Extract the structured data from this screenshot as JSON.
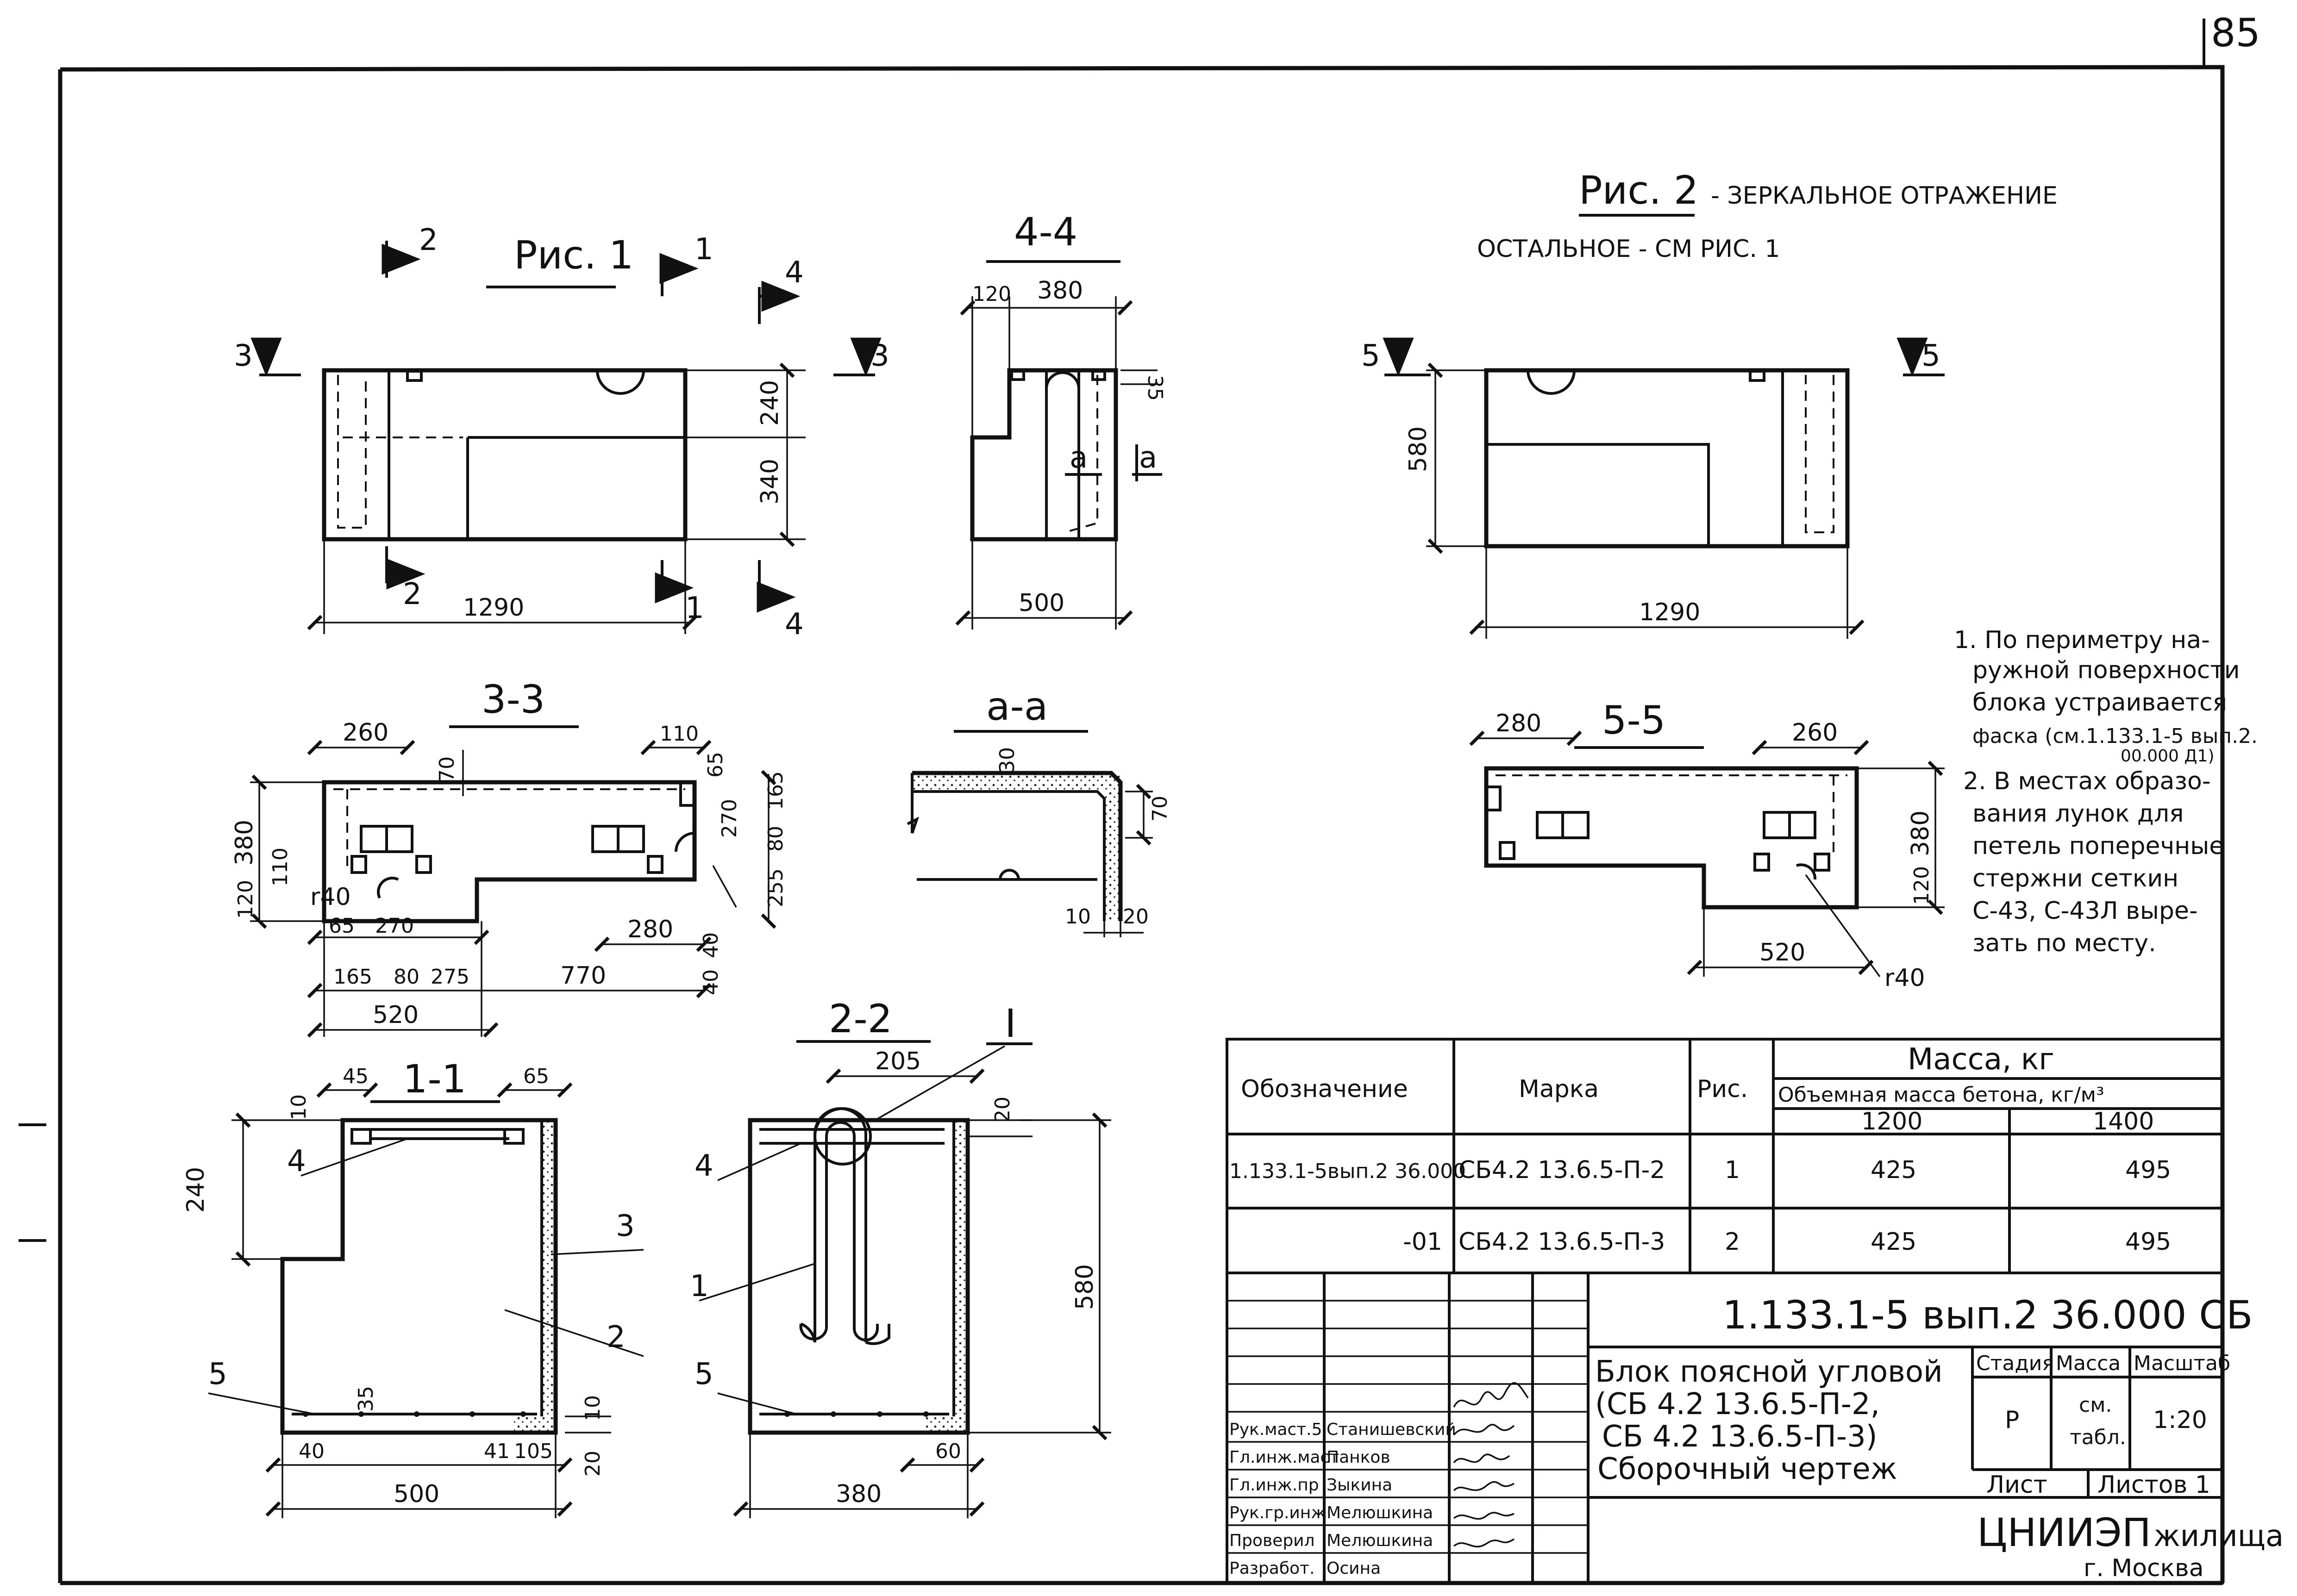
{
  "page_number": "85",
  "fig1": {
    "title": "Рис. 1",
    "cut_2": "2",
    "cut_1": "1",
    "cut_4": "4",
    "cut_3": "3",
    "dim_240": "240",
    "dim_340": "340",
    "dim_1290": "1290"
  },
  "sec44": {
    "title": "4-4",
    "dim_120": "120",
    "dim_380": "380",
    "dim_35": "35",
    "dim_500": "500",
    "cut_a": "a"
  },
  "fig2": {
    "title": "Рис. 2",
    "title_rest": "- ЗЕРКАЛЬНОЕ ОТРАЖЕНИЕ",
    "subtitle": "ОСТАЛЬНОЕ - СМ РИС. 1",
    "cut_5": "5",
    "dim_580": "580",
    "dim_1290": "1290"
  },
  "notes": [
    "1. По периметру на-",
    "ружной поверхности",
    "блока устраивается",
    "фаска (см.1.133.1-5 вып.2.",
    "00.000 Д1)",
    "2. В местах образо-",
    "вания лунок для",
    "петель поперечные",
    "стержни сеткин",
    "С-43, С-43Л выре-",
    "зать по месту."
  ],
  "sec33": {
    "title": "3-3",
    "d260": "260",
    "d110": "110",
    "d65": "65",
    "d70": "70",
    "d380": "380",
    "d165a": "165",
    "d270a": "270",
    "d80a": "80",
    "d255": "255",
    "d110b": "110",
    "d120": "120",
    "r40": "r40",
    "d65b": "65",
    "d270b": "270",
    "d280": "280",
    "d40": "40",
    "d165b": "165",
    "d80b": "80",
    "d275": "275",
    "d770": "770",
    "d520": "520"
  },
  "secAA": {
    "title": "а-а",
    "d30": "30",
    "d70": "70",
    "d10": "10",
    "d20": "20"
  },
  "sec55": {
    "title": "5-5",
    "d280": "280",
    "d260": "260",
    "d380": "380",
    "d120": "120",
    "d520": "520",
    "r40": "r40"
  },
  "sec11": {
    "title": "1-1",
    "d45": "45",
    "d65": "65",
    "d10": "10",
    "d240": "240",
    "d35": "35",
    "d10b": "10",
    "d20": "20",
    "d40": "40",
    "d41": "41",
    "d105": "105",
    "d500": "500",
    "pos4": "4",
    "pos3": "3",
    "pos2": "2",
    "pos5": "5"
  },
  "sec22": {
    "title": "2-2",
    "node": "I",
    "d205": "205",
    "d20": "20",
    "d580": "580",
    "d60": "60",
    "d380": "380",
    "pos4": "4",
    "pos1": "1",
    "pos5": "5"
  },
  "table": {
    "headers": {
      "designation": "Обозначение",
      "mark": "Марка",
      "fig": "Рис.",
      "mass": "Масса, кг",
      "density": "Объемная масса бетона, кг/м³",
      "d1200": "1200",
      "d1400": "1400"
    },
    "rows": [
      {
        "designation": "1.133.1-5вып.2 36.000",
        "mark": "СБ4.2 13.6.5-П-2",
        "fig": "1",
        "m1200": "425",
        "m1400": "495"
      },
      {
        "designation": "-01",
        "mark": "СБ4.2 13.6.5-П-3",
        "fig": "2",
        "m1200": "425",
        "m1400": "495"
      }
    ]
  },
  "title_block": {
    "code": "1.133.1-5 вып.2 36.000 СБ",
    "name_lines": [
      "Блок поясной угловой",
      "(СБ 4.2 13.6.5-П-2,",
      "СБ 4.2 13.6.5-П-3)",
      "Сборочный чертеж"
    ],
    "stage_label": "Стадия",
    "mass_label": "Масса",
    "scale_label": "Масштаб",
    "stage": "Р",
    "mass_line1": "см.",
    "mass_line2": "табл.",
    "scale": "1:20",
    "sheet_label": "Лист",
    "sheets_label": "Листов 1",
    "org_main": "ЦНИИЭП",
    "org_suffix": "жилища",
    "city": "г. Москва",
    "signatures": [
      {
        "role": "Рук.маст.5",
        "name": "Станишевский"
      },
      {
        "role": "Гл.инж.маст",
        "name": "Панков"
      },
      {
        "role": "Гл.инж.пр",
        "name": "Зыкина"
      },
      {
        "role": "Рук.гр.инж",
        "name": "Мелюшкина"
      },
      {
        "role": "Проверил",
        "name": "Мелюшкина"
      },
      {
        "role": "Разработ.",
        "name": "Осина"
      }
    ]
  }
}
